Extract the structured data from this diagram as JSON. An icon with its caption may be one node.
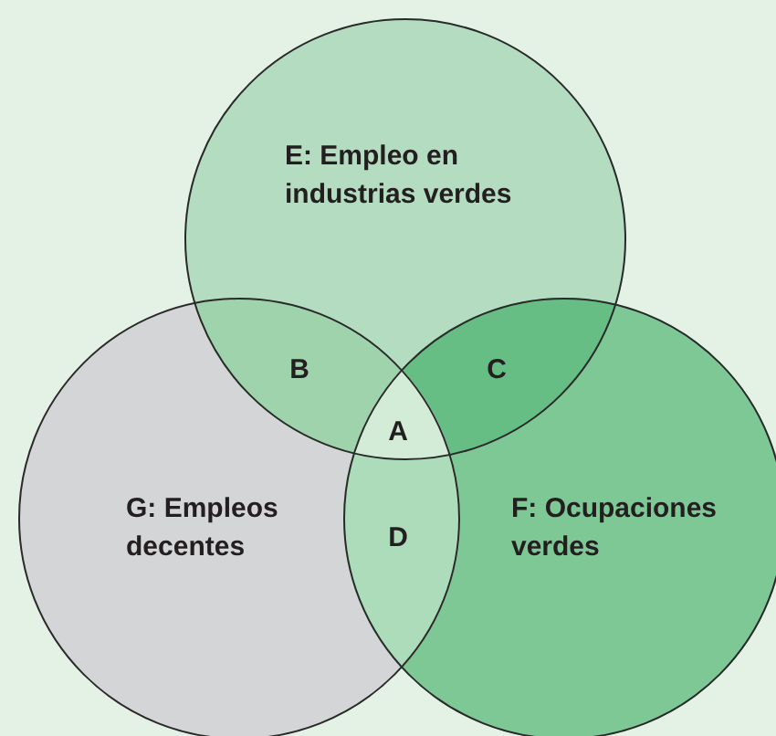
{
  "diagram": {
    "nodes": [
      {
        "text": [
          "E: Empleo en industrias verdes"
        ]
      },
      {
        "text": [
          "B"
        ]
      },
      {
        "text": [
          "C"
        ]
      },
      {
        "text": [
          "A"
        ]
      },
      {
        "text": [
          "G: Empleos decentes"
        ]
      },
      {
        "text": [
          "D"
        ]
      },
      {
        "text": [
          "F: Ocupaciones verdes"
        ]
      }
    ]
  }
}
